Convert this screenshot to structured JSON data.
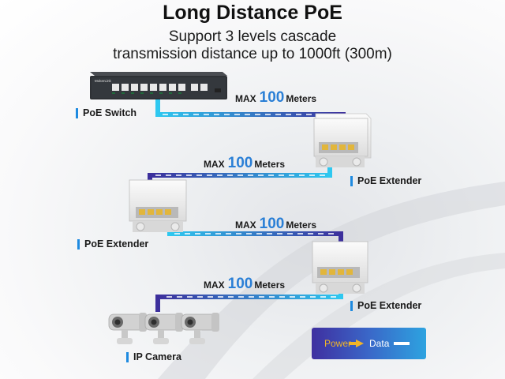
{
  "header": {
    "title": "Long Distance PoE",
    "subtitle_line1": "Support 3 levels cascade",
    "subtitle_line2": "transmission distance up to 1000ft (300m)"
  },
  "devices": {
    "switch_label": "PoE Switch",
    "switch_brand": "MokerLink",
    "extender_label": "PoE Extender",
    "camera_label": "IP Camera"
  },
  "links": [
    {
      "max": "MAX",
      "value": "100",
      "unit": "Meters"
    },
    {
      "max": "MAX",
      "value": "100",
      "unit": "Meters"
    },
    {
      "max": "MAX",
      "value": "100",
      "unit": "Meters"
    },
    {
      "max": "MAX",
      "value": "100",
      "unit": "Meters"
    }
  ],
  "legend": {
    "power_label": "Power",
    "data_label": "Data"
  },
  "colors": {
    "power": "#f0b429",
    "data": "#ffffff",
    "accent": "#2a7fd6",
    "cable_start": "#2ec8f0",
    "cable_end": "#3c2f9c"
  }
}
